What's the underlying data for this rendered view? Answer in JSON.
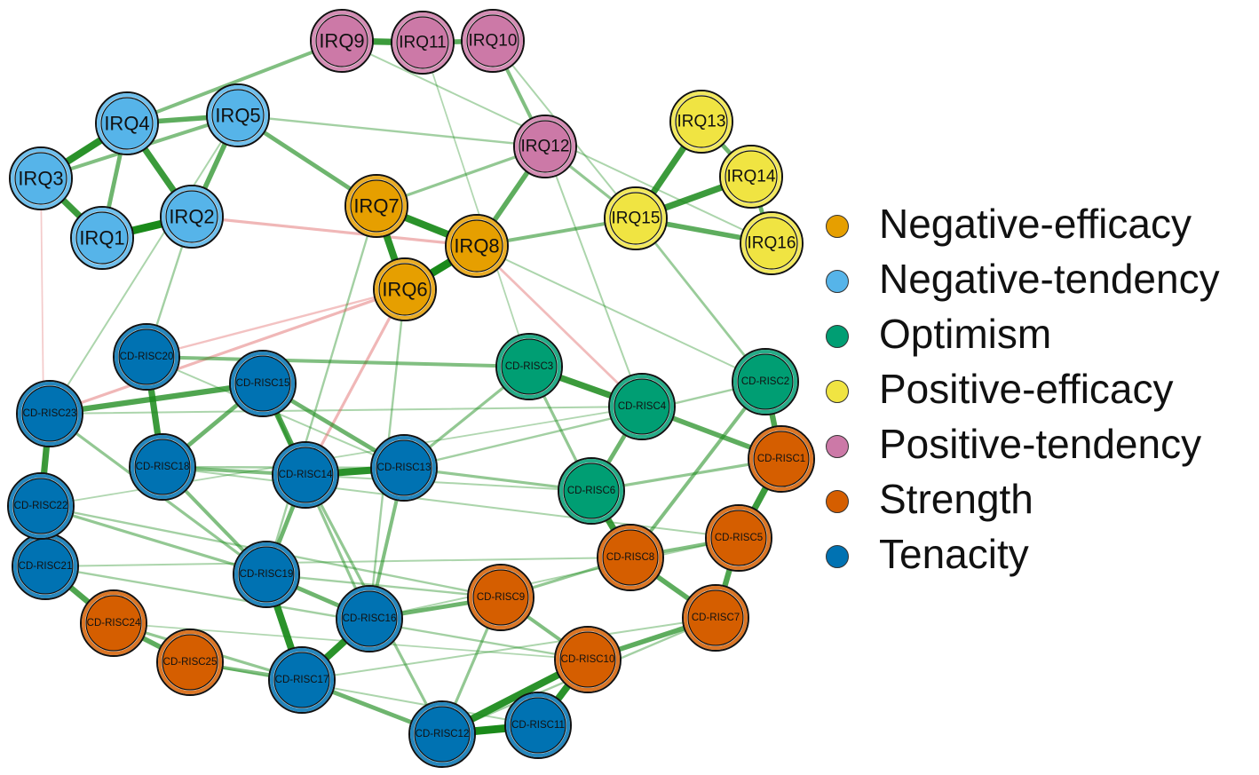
{
  "colors": {
    "negative_efficacy": "#E69F00",
    "negative_tendency": "#56B4E9",
    "optimism": "#009E73",
    "positive_efficacy": "#F0E442",
    "positive_tendency": "#CC79A7",
    "strength": "#D55E00",
    "tenacity": "#0072B2",
    "positive_edge": "#1a8a1a",
    "negative_edge": "#e06666"
  },
  "legend": [
    {
      "group": "negative_efficacy",
      "label": "Negative-efficacy"
    },
    {
      "group": "negative_tendency",
      "label": "Negative-tendency"
    },
    {
      "group": "optimism",
      "label": "Optimism"
    },
    {
      "group": "positive_efficacy",
      "label": "Positive-efficacy"
    },
    {
      "group": "positive_tendency",
      "label": "Positive-tendency"
    },
    {
      "group": "strength",
      "label": "Strength"
    },
    {
      "group": "tenacity",
      "label": "Tenacity"
    }
  ],
  "nodes": [
    {
      "id": "IRQ1",
      "label": "IRQ1",
      "group": "negative_tendency"
    },
    {
      "id": "IRQ2",
      "label": "IRQ2",
      "group": "negative_tendency"
    },
    {
      "id": "IRQ3",
      "label": "IRQ3",
      "group": "negative_tendency"
    },
    {
      "id": "IRQ4",
      "label": "IRQ4",
      "group": "negative_tendency"
    },
    {
      "id": "IRQ5",
      "label": "IRQ5",
      "group": "negative_tendency"
    },
    {
      "id": "IRQ6",
      "label": "IRQ6",
      "group": "negative_efficacy"
    },
    {
      "id": "IRQ7",
      "label": "IRQ7",
      "group": "negative_efficacy"
    },
    {
      "id": "IRQ8",
      "label": "IRQ8",
      "group": "negative_efficacy"
    },
    {
      "id": "IRQ9",
      "label": "IRQ9",
      "group": "positive_tendency"
    },
    {
      "id": "IRQ10",
      "label": "IRQ10",
      "group": "positive_tendency"
    },
    {
      "id": "IRQ11",
      "label": "IRQ11",
      "group": "positive_tendency"
    },
    {
      "id": "IRQ12",
      "label": "IRQ12",
      "group": "positive_tendency"
    },
    {
      "id": "IRQ13",
      "label": "IRQ13",
      "group": "positive_efficacy"
    },
    {
      "id": "IRQ14",
      "label": "IRQ14",
      "group": "positive_efficacy"
    },
    {
      "id": "IRQ15",
      "label": "IRQ15",
      "group": "positive_efficacy"
    },
    {
      "id": "IRQ16",
      "label": "IRQ16",
      "group": "positive_efficacy"
    },
    {
      "id": "CDR1",
      "label": "CD-RISC1",
      "group": "strength"
    },
    {
      "id": "CDR2",
      "label": "CD-RISC2",
      "group": "optimism"
    },
    {
      "id": "CDR3",
      "label": "CD-RISC3",
      "group": "optimism"
    },
    {
      "id": "CDR4",
      "label": "CD-RISC4",
      "group": "optimism"
    },
    {
      "id": "CDR5",
      "label": "CD-RISC5",
      "group": "strength"
    },
    {
      "id": "CDR6",
      "label": "CD-RISC6",
      "group": "optimism"
    },
    {
      "id": "CDR7",
      "label": "CD-RISC7",
      "group": "strength"
    },
    {
      "id": "CDR8",
      "label": "CD-RISC8",
      "group": "strength"
    },
    {
      "id": "CDR9",
      "label": "CD-RISC9",
      "group": "strength"
    },
    {
      "id": "CDR10",
      "label": "CD-RISC10",
      "group": "strength"
    },
    {
      "id": "CDR11",
      "label": "CD-RISC11",
      "group": "tenacity"
    },
    {
      "id": "CDR12",
      "label": "CD-RISC12",
      "group": "tenacity"
    },
    {
      "id": "CDR13",
      "label": "CD-RISC13",
      "group": "tenacity"
    },
    {
      "id": "CDR14",
      "label": "CD-RISC14",
      "group": "tenacity"
    },
    {
      "id": "CDR15",
      "label": "CD-RISC15",
      "group": "tenacity"
    },
    {
      "id": "CDR16",
      "label": "CD-RISC16",
      "group": "tenacity"
    },
    {
      "id": "CDR17",
      "label": "CD-RISC17",
      "group": "tenacity"
    },
    {
      "id": "CDR18",
      "label": "CD-RISC18",
      "group": "tenacity"
    },
    {
      "id": "CDR19",
      "label": "CD-RISC19",
      "group": "tenacity"
    },
    {
      "id": "CDR20",
      "label": "CD-RISC20",
      "group": "tenacity"
    },
    {
      "id": "CDR21",
      "label": "CD-RISC21",
      "group": "tenacity"
    },
    {
      "id": "CDR22",
      "label": "CD-RISC22",
      "group": "tenacity"
    },
    {
      "id": "CDR23",
      "label": "CD-RISC23",
      "group": "tenacity"
    },
    {
      "id": "CDR24",
      "label": "CD-RISC24",
      "group": "strength"
    },
    {
      "id": "CDR25",
      "label": "CD-RISC25",
      "group": "strength"
    }
  ],
  "edges": [
    [
      "IRQ1",
      "IRQ2",
      1.0,
      "+"
    ],
    [
      "IRQ3",
      "IRQ4",
      0.9,
      "+"
    ],
    [
      "IRQ1",
      "IRQ3",
      0.8,
      "+"
    ],
    [
      "IRQ4",
      "IRQ2",
      0.8,
      "+"
    ],
    [
      "IRQ4",
      "IRQ5",
      0.6,
      "+"
    ],
    [
      "IRQ5",
      "IRQ2",
      0.6,
      "+"
    ],
    [
      "IRQ4",
      "IRQ1",
      0.5,
      "+"
    ],
    [
      "IRQ3",
      "IRQ5",
      0.4,
      "+"
    ],
    [
      "IRQ5",
      "IRQ7",
      0.5,
      "+"
    ],
    [
      "IRQ9",
      "IRQ11",
      0.8,
      "+"
    ],
    [
      "IRQ11",
      "IRQ10",
      0.6,
      "+"
    ],
    [
      "IRQ9",
      "IRQ4",
      0.4,
      "+"
    ],
    [
      "IRQ10",
      "IRQ12",
      0.4,
      "+"
    ],
    [
      "IRQ12",
      "IRQ8",
      0.6,
      "+"
    ],
    [
      "IRQ7",
      "IRQ8",
      0.9,
      "+"
    ],
    [
      "IRQ7",
      "IRQ6",
      0.9,
      "+"
    ],
    [
      "IRQ8",
      "IRQ6",
      1.0,
      "+"
    ],
    [
      "IRQ13",
      "IRQ15",
      0.8,
      "+"
    ],
    [
      "IRQ14",
      "IRQ15",
      0.8,
      "+"
    ],
    [
      "IRQ15",
      "IRQ16",
      0.6,
      "+"
    ],
    [
      "IRQ13",
      "IRQ14",
      0.5,
      "+"
    ],
    [
      "IRQ14",
      "IRQ16",
      0.5,
      "+"
    ],
    [
      "IRQ8",
      "IRQ15",
      0.4,
      "+"
    ],
    [
      "IRQ12",
      "IRQ15",
      0.3,
      "+"
    ],
    [
      "IRQ7",
      "IRQ12",
      0.3,
      "+"
    ],
    [
      "IRQ2",
      "IRQ8",
      0.3,
      "-"
    ],
    [
      "IRQ6",
      "CDR23",
      0.3,
      "-"
    ],
    [
      "IRQ6",
      "CDR20",
      0.2,
      "-"
    ],
    [
      "IRQ6",
      "CDR14",
      0.3,
      "-"
    ],
    [
      "IRQ8",
      "CDR4",
      0.25,
      "-"
    ],
    [
      "IRQ15",
      "CDR2",
      0.25,
      "+"
    ],
    [
      "IRQ2",
      "CDR20",
      0.2,
      "+"
    ],
    [
      "IRQ7",
      "CDR19",
      0.2,
      "+"
    ],
    [
      "IRQ6",
      "CDR16",
      0.2,
      "+"
    ],
    [
      "IRQ9",
      "IRQ16",
      0.15,
      "+"
    ],
    [
      "IRQ5",
      "IRQ12",
      0.2,
      "+"
    ],
    [
      "IRQ3",
      "CDR21",
      0.12,
      "-"
    ],
    [
      "CDR20",
      "CDR18",
      0.8,
      "+"
    ],
    [
      "CDR23",
      "CDR15",
      0.7,
      "+"
    ],
    [
      "CDR23",
      "CDR22",
      0.8,
      "+"
    ],
    [
      "CDR22",
      "CDR21",
      0.7,
      "+"
    ],
    [
      "CDR21",
      "CDR24",
      0.7,
      "+"
    ],
    [
      "CDR24",
      "CDR25",
      0.6,
      "+"
    ],
    [
      "CDR15",
      "CDR18",
      0.5,
      "+"
    ],
    [
      "CDR15",
      "CDR14",
      0.7,
      "+"
    ],
    [
      "CDR14",
      "CDR13",
      0.9,
      "+"
    ],
    [
      "CDR15",
      "CDR13",
      0.5,
      "+"
    ],
    [
      "CDR19",
      "CDR17",
      0.9,
      "+"
    ],
    [
      "CDR16",
      "CDR17",
      0.9,
      "+"
    ],
    [
      "CDR17",
      "CDR12",
      0.5,
      "+"
    ],
    [
      "CDR12",
      "CDR11",
      1.0,
      "+"
    ],
    [
      "CDR11",
      "CDR10",
      0.9,
      "+"
    ],
    [
      "CDR12",
      "CDR10",
      0.9,
      "+"
    ],
    [
      "CDR10",
      "CDR7",
      0.6,
      "+"
    ],
    [
      "CDR7",
      "CDR5",
      0.7,
      "+"
    ],
    [
      "CDR5",
      "CDR1",
      0.8,
      "+"
    ],
    [
      "CDR2",
      "CDR1",
      0.7,
      "+"
    ],
    [
      "CDR3",
      "CDR4",
      0.8,
      "+"
    ],
    [
      "CDR4",
      "CDR1",
      0.6,
      "+"
    ],
    [
      "CDR4",
      "CDR6",
      0.5,
      "+"
    ],
    [
      "CDR6",
      "CDR8",
      0.8,
      "+"
    ],
    [
      "CDR8",
      "CDR7",
      0.6,
      "+"
    ],
    [
      "CDR9",
      "CDR16",
      0.5,
      "+"
    ],
    [
      "CDR9",
      "CDR10",
      0.4,
      "+"
    ],
    [
      "CDR14",
      "CDR19",
      0.5,
      "+"
    ],
    [
      "CDR18",
      "CDR14",
      0.4,
      "+"
    ],
    [
      "CDR19",
      "CDR16",
      0.5,
      "+"
    ],
    [
      "CDR20",
      "CDR3",
      0.4,
      "+"
    ],
    [
      "CDR2",
      "CDR8",
      0.4,
      "+"
    ],
    [
      "CDR13",
      "CDR6",
      0.3,
      "+"
    ],
    [
      "CDR13",
      "CDR16",
      0.4,
      "+"
    ],
    [
      "CDR22",
      "CDR19",
      0.3,
      "+"
    ],
    [
      "CDR23",
      "CDR19",
      0.3,
      "+"
    ],
    [
      "CDR18",
      "CDR19",
      0.4,
      "+"
    ],
    [
      "CDR25",
      "CDR17",
      0.4,
      "+"
    ],
    [
      "CDR24",
      "CDR17",
      0.3,
      "+"
    ],
    [
      "CDR9",
      "CDR8",
      0.3,
      "+"
    ],
    [
      "CDR3",
      "CDR6",
      0.3,
      "+"
    ],
    [
      "CDR5",
      "CDR8",
      0.4,
      "+"
    ],
    [
      "CDR1",
      "CDR6",
      0.3,
      "+"
    ],
    [
      "CDR3",
      "CDR13",
      0.3,
      "+"
    ],
    [
      "CDR15",
      "CDR16",
      0.3,
      "+"
    ],
    [
      "CDR14",
      "CDR12",
      0.3,
      "+"
    ],
    [
      "CDR9",
      "CDR12",
      0.3,
      "+"
    ],
    [
      "CDR13",
      "CDR2",
      0.2,
      "+"
    ],
    [
      "CDR21",
      "CDR10",
      0.2,
      "+"
    ],
    [
      "CDR22",
      "CDR9",
      0.2,
      "+"
    ],
    [
      "CDR23",
      "CDR4",
      0.15,
      "+"
    ],
    [
      "CDR18",
      "CDR5",
      0.15,
      "+"
    ],
    [
      "CDR21",
      "CDR8",
      0.15,
      "+"
    ],
    [
      "CDR17",
      "CDR7",
      0.15,
      "+"
    ],
    [
      "CDR20",
      "CDR13",
      0.15,
      "+"
    ],
    [
      "CDR25",
      "CDR11",
      0.15,
      "+"
    ],
    [
      "CDR24",
      "CDR10",
      0.12,
      "+"
    ],
    [
      "CDR22",
      "CDR4",
      0.12,
      "+"
    ],
    [
      "CDR16",
      "CDR5",
      0.15,
      "+"
    ],
    [
      "CDR19",
      "CDR9",
      0.2,
      "+"
    ],
    [
      "CDR12",
      "CDR7",
      0.2,
      "+"
    ],
    [
      "CDR14",
      "CDR6",
      0.15,
      "+"
    ],
    [
      "CDR18",
      "CDR13",
      0.2,
      "+"
    ],
    [
      "IRQ8",
      "CDR2",
      0.15,
      "+"
    ],
    [
      "IRQ12",
      "CDR4",
      0.15,
      "+"
    ],
    [
      "IRQ5",
      "CDR23",
      0.15,
      "+"
    ],
    [
      "IRQ11",
      "CDR3",
      0.12,
      "+"
    ],
    [
      "IRQ10",
      "IRQ15",
      0.15,
      "+"
    ]
  ]
}
